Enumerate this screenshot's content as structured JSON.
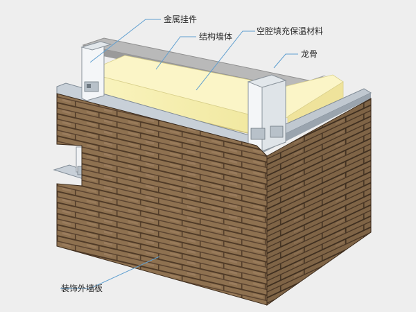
{
  "labels": {
    "metal_hanger": "金属挂件",
    "structural_wall": "结构墙体",
    "cavity_insulation": "空腔填充保温材料",
    "keel": "龙骨",
    "decorative_panel": "装饰外墙板"
  },
  "colors": {
    "background": "#eeeeee",
    "brick_face": "#8e7150",
    "brick_dark": "#5f4630",
    "insulation": "#f7f0b0",
    "structural_wall": "#a9a9a9",
    "metal": "#c9d0d6",
    "leader_line": "#5f9fd0"
  }
}
